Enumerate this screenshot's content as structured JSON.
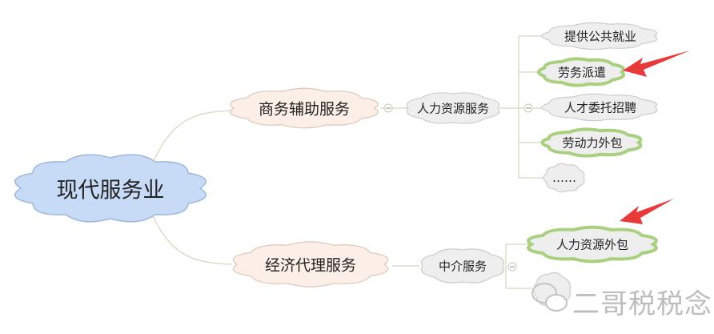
{
  "root": {
    "label": "现代服务业"
  },
  "branches": [
    {
      "label": "商务辅助服务",
      "child": {
        "label": "人力资源服务",
        "leaves": [
          {
            "label": "提供公共就业",
            "highlighted": false
          },
          {
            "label": "劳务派遣",
            "highlighted": true
          },
          {
            "label": "人才委托招聘",
            "highlighted": false
          },
          {
            "label": "劳动力外包",
            "highlighted": true
          },
          {
            "label": "……",
            "highlighted": false
          }
        ]
      }
    },
    {
      "label": "经济代理服务",
      "child": {
        "label": "中介服务",
        "leaves": [
          {
            "label": "人力资源外包",
            "highlighted": true
          }
        ]
      }
    }
  ],
  "watermark": "二哥税税念",
  "colors": {
    "root_fill": "#c7dbf6",
    "root_stroke": "#9fb7dc",
    "branch_fill": "#fbefe7",
    "branch_stroke": "#d9c8ba",
    "node_fill": "#eeeeee",
    "node_stroke": "#cdcdcd",
    "highlight_stroke": "#a8d07e",
    "arrow": "#e83a3a"
  }
}
